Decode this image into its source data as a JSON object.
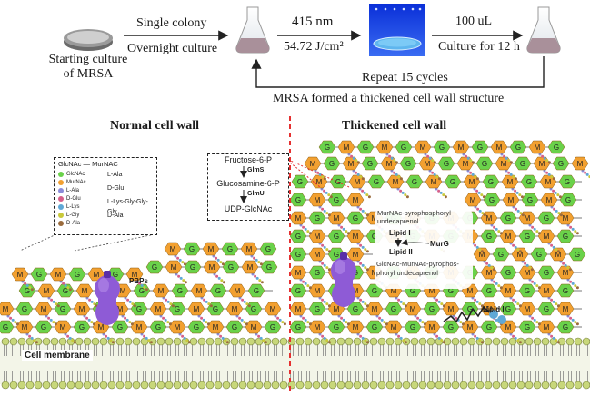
{
  "process": {
    "starting_culture": [
      "Starting culture",
      "of MRSA"
    ],
    "single_colony": "Single colony",
    "overnight_culture": "Overnight culture",
    "wavelength": "415 nm",
    "dose": "54.72 J/cm²",
    "volume": "100 uL",
    "culture_time": "Culture for 12 h",
    "repeat": "Repeat 15 cycles",
    "outcome": "MRSA formed a thickened cell wall structure"
  },
  "panels": {
    "normal": "Normal cell wall",
    "thickened": "Thickened cell wall"
  },
  "labels": {
    "pbps": "PBPs",
    "cell_membrane": "Cell membrane",
    "g": "G",
    "m": "M"
  },
  "legend": {
    "header": "GlcNAc — MurNAC",
    "chain": [
      "L-Ala",
      "D-Glu",
      "L-Lys-Gly-Gly-Gly",
      "D-Ala"
    ],
    "items": [
      {
        "name": "GlcNAc",
        "color": "#6ad24a"
      },
      {
        "name": "MurNAc",
        "color": "#f2a030"
      },
      {
        "name": "L-Ala",
        "color": "#8b8bd8"
      },
      {
        "name": "D-Glu",
        "color": "#d65f8a"
      },
      {
        "name": "L-Lys",
        "color": "#5fa8d6"
      },
      {
        "name": "L-Gly",
        "color": "#c9c93a"
      },
      {
        "name": "D-Ala",
        "color": "#9a6b3c"
      }
    ]
  },
  "pathway": {
    "steps": [
      "Fructose-6-P",
      "Glucosamine-6-P",
      "UDP-GlcNAc"
    ],
    "enzymes": [
      "GlmS",
      "GlmU"
    ]
  },
  "lipid_box": {
    "top": [
      "MurNAc-pyrophosphoryl",
      "undecaprenol"
    ],
    "lipid1": "Lipid I",
    "murg": "MurG",
    "lipid2": "Lipid II",
    "bottom": [
      "GlcNAc-MurNAc-pyrophos-",
      "phoryl undecaprenol"
    ]
  },
  "lipid_tag": "Lipid II",
  "colors": {
    "glcnac": "#6ad24a",
    "murnac": "#f2a030",
    "pbp": "#8e5bd6",
    "membrane_head": "#c8d77a",
    "divider": "#e53030"
  }
}
